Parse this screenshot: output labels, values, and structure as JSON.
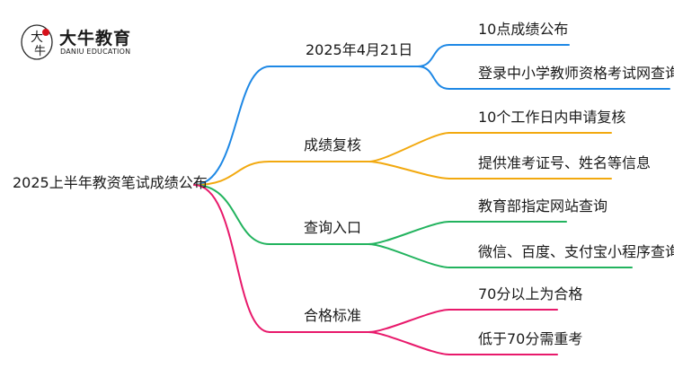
{
  "logo": {
    "name_cn": "大牛教育",
    "name_en": "DANIU EDUCATION",
    "mark_glyph_top": "大",
    "mark_glyph_bottom": "牛",
    "accent": "#d6101a"
  },
  "mindmap": {
    "root": "2025上半年教资笔试成绩公布",
    "branches": [
      {
        "label": "2025年4月21日",
        "color": "#1e88e5",
        "children": [
          "10点成绩公布",
          "登录中小学教师资格考试网查询"
        ]
      },
      {
        "label": "成绩复核",
        "color": "#f2a90f",
        "children": [
          "10个工作日内申请复核",
          "提供准考证号、姓名等信息"
        ]
      },
      {
        "label": "查询入口",
        "color": "#22b35e",
        "children": [
          "教育部指定网站查询",
          "微信、百度、支付宝小程序查询"
        ]
      },
      {
        "label": "合格标准",
        "color": "#e8196b",
        "children": [
          "70分以上为合格",
          "低于70分需重考"
        ]
      }
    ]
  }
}
